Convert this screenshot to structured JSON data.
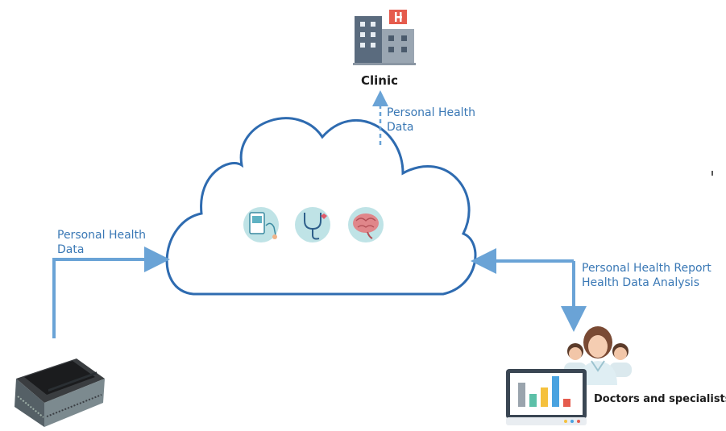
{
  "nodes": {
    "clinic": {
      "label": "Clinic"
    },
    "doctors": {
      "label": "Doctors and specialists"
    }
  },
  "edges": {
    "device_to_cloud": {
      "line1": "Personal Health",
      "line2": "Data"
    },
    "cloud_to_clinic": {
      "line1": "Personal Health",
      "line2": "Data"
    },
    "cloud_doctors": {
      "line1": "Personal Health Report",
      "line2": "Health Data Analysis"
    }
  },
  "colors": {
    "cloud_stroke": "#2e6bb0",
    "arrow": "#6aa3d6",
    "label_blue": "#3a78b5",
    "icon_teal": "#bfe3e6"
  },
  "icons": [
    "device-monitor-icon",
    "stethoscope-icon",
    "brain-icon"
  ]
}
